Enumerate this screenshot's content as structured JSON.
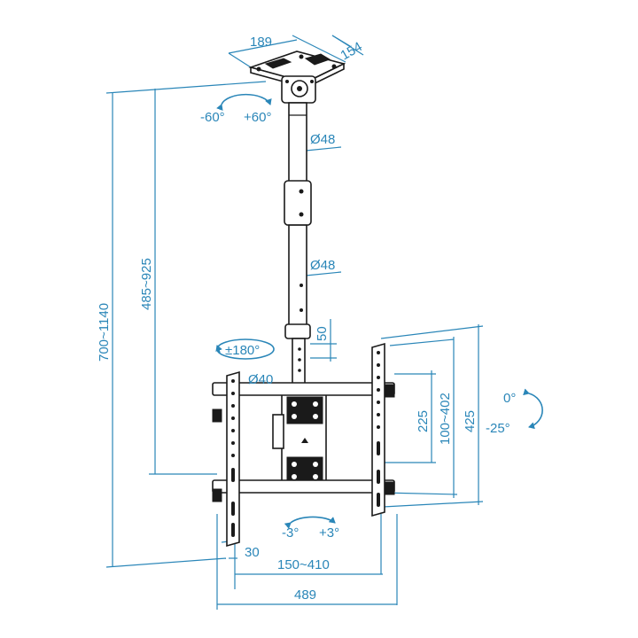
{
  "labels": {
    "top_width": "189",
    "top_depth": "154",
    "swivel_left": "-60°",
    "swivel_right": "+60°",
    "pole_dia_upper": "Ø48",
    "pole_dia_lower": "Ø48",
    "hole_spacing": "50",
    "rotation": "±180°",
    "pole_dia_inner": "Ø40",
    "total_height": "700~1140",
    "pole_length": "485~925",
    "vesa_vert_inner": "225",
    "vesa_vert_range": "100~402",
    "bracket_height": "425",
    "tilt_up": "0°",
    "tilt_down": "-25°",
    "level_left": "-3°",
    "level_right": "+3°",
    "arm_width": "30",
    "vesa_horiz_range": "150~410",
    "bracket_width": "489"
  },
  "colors": {
    "dimension": "#2a86b8",
    "object": "#1a1a1a"
  }
}
